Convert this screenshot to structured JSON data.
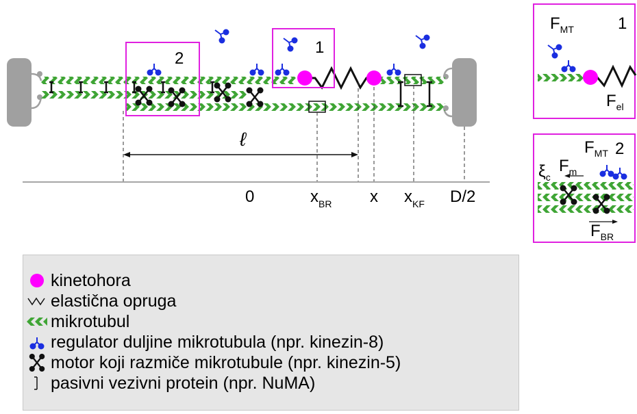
{
  "labels": {
    "box1": "1",
    "box2": "2",
    "ell": "ℓ",
    "axis_0": "0",
    "axis_xbr": "x",
    "axis_xbr_sub": "BR",
    "axis_x": "x",
    "axis_xkf": "x",
    "axis_xkf_sub": "KF",
    "axis_d2": "D/2"
  },
  "inset1": {
    "number": "1",
    "fmt": "F",
    "fmt_sub": "MT",
    "fel": "F",
    "fel_sub": "el"
  },
  "inset2": {
    "number": "2",
    "fmt": "F",
    "fmt_sub": "MT",
    "xi": "ξ",
    "xi_sub": "c",
    "fm": "F",
    "fm_sub": "m",
    "fbr": "F",
    "fbr_sub": "BR"
  },
  "legend": {
    "items": [
      {
        "icon": "kinetochore-icon",
        "text": "kinetohora"
      },
      {
        "icon": "spring-icon",
        "text": "elastična opruga"
      },
      {
        "icon": "microtubule-icon",
        "text": "mikrotubul"
      },
      {
        "icon": "length-regulator-icon",
        "text": "regulator duljine mikrotubula (npr. kinezin-8)"
      },
      {
        "icon": "motor-icon",
        "text": "motor koji razmiče mikrotubule (npr. kinezin-5)"
      },
      {
        "icon": "passive-crosslinker-icon",
        "text": "pasivni vezivni protein (npr. NuMA)"
      }
    ]
  },
  "colors": {
    "microtubule": "#3fa535",
    "kinetochore": "#ff00ff",
    "box_border": "#e020e0",
    "regulator": "#1a2ee0",
    "motor": "#111111",
    "pole": "#a0a0a0"
  }
}
